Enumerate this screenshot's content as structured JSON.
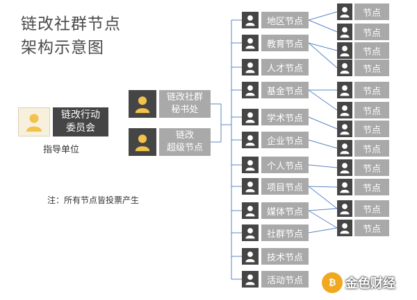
{
  "title_lines": [
    "链改社群节点",
    "架构示意图"
  ],
  "guide": {
    "label_lines": [
      "链改行动",
      "委员会"
    ],
    "caption": "指导单位"
  },
  "secretariat": {
    "label_lines": [
      "链改社群",
      "秘书处"
    ]
  },
  "super_node": {
    "label_lines": [
      "链改",
      "超级节点"
    ]
  },
  "note": "注：所有节点皆投票产生",
  "categories": [
    "地区节点",
    "教育节点",
    "人才节点",
    "基金节点",
    "学术节点",
    "企业节点",
    "个人节点",
    "项目节点",
    "媒体节点",
    "社群节点",
    "技术节点",
    "活动节点"
  ],
  "leaf_label": "节点",
  "leaf_count": 12,
  "colors": {
    "leaf_box": "#a9a9a9",
    "dark_box": "#454545",
    "yellow_avatar": "#f2c24b",
    "line": "#5b84c4"
  },
  "watermark": {
    "text": "金色财经",
    "logo_text": "₿"
  }
}
